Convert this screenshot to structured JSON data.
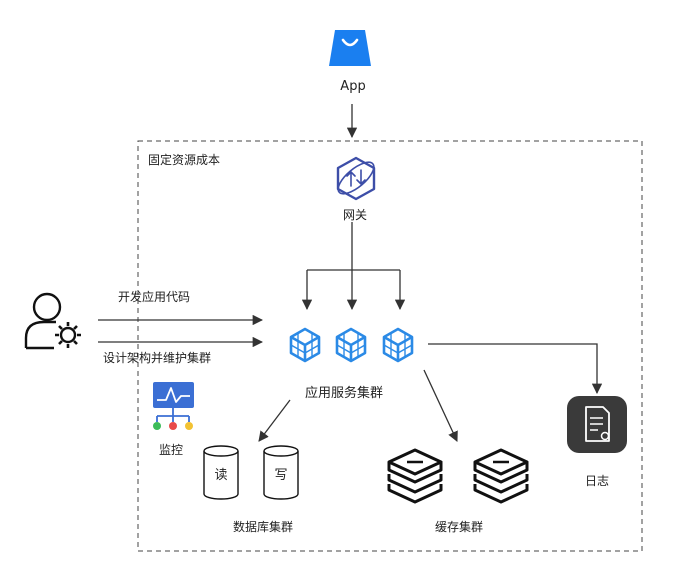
{
  "nodes": {
    "app": {
      "label": "App",
      "icon": "shopping-bag-icon",
      "color": "#1a7ff0"
    },
    "boundary": {
      "label": "固定资源成本"
    },
    "gateway": {
      "label": "网关",
      "icon": "gateway-icon",
      "color": "#3d4ea8"
    },
    "app_cluster": {
      "label": "应用服务集群",
      "icon": "cube-icon",
      "color": "#2b8ae6"
    },
    "user": {
      "icon": "user-gear-icon"
    },
    "monitor": {
      "label": "监控",
      "icon": "monitor-icon"
    },
    "database": {
      "label": "数据库集群",
      "read_label": "读",
      "write_label": "写"
    },
    "cache": {
      "label": "缓存集群",
      "icon": "stack-icon"
    },
    "log": {
      "label": "日志",
      "icon": "log-file-icon",
      "color": "#3a3a3a"
    }
  },
  "edges": {
    "develop_code": {
      "label": "开发应用代码"
    },
    "design_maintain": {
      "label": "设计架构并维护集群"
    }
  }
}
